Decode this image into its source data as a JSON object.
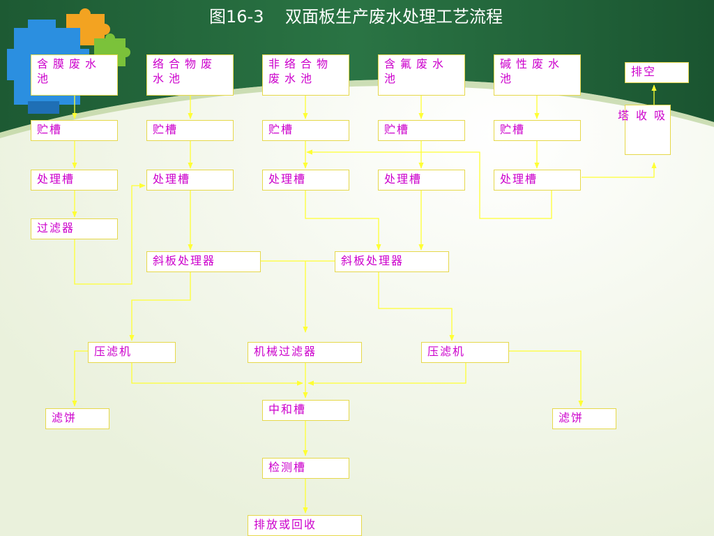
{
  "title": "图16-3    双面板生产废水处理工艺流程",
  "colors": {
    "line": "#ffff33",
    "text": "#cc00cc",
    "box_border": "#e6d84a",
    "header": "#1f5c36"
  },
  "nodes": {
    "src1": "含膜废水池",
    "src2": "络合物废水池",
    "src3": "非络合物废水池",
    "src4": "含氟废水池",
    "src5": "碱性废水池",
    "exhaust": "排空",
    "absorber": "吸收塔",
    "tank": "贮槽",
    "treat": "处理槽",
    "filter": "过滤器",
    "inclined": "斜板处理器",
    "press": "压滤机",
    "mech_filter": "机械过滤器",
    "neutral": "中和槽",
    "detect": "检测槽",
    "cake": "滤饼",
    "discharge": "排放或回收"
  }
}
